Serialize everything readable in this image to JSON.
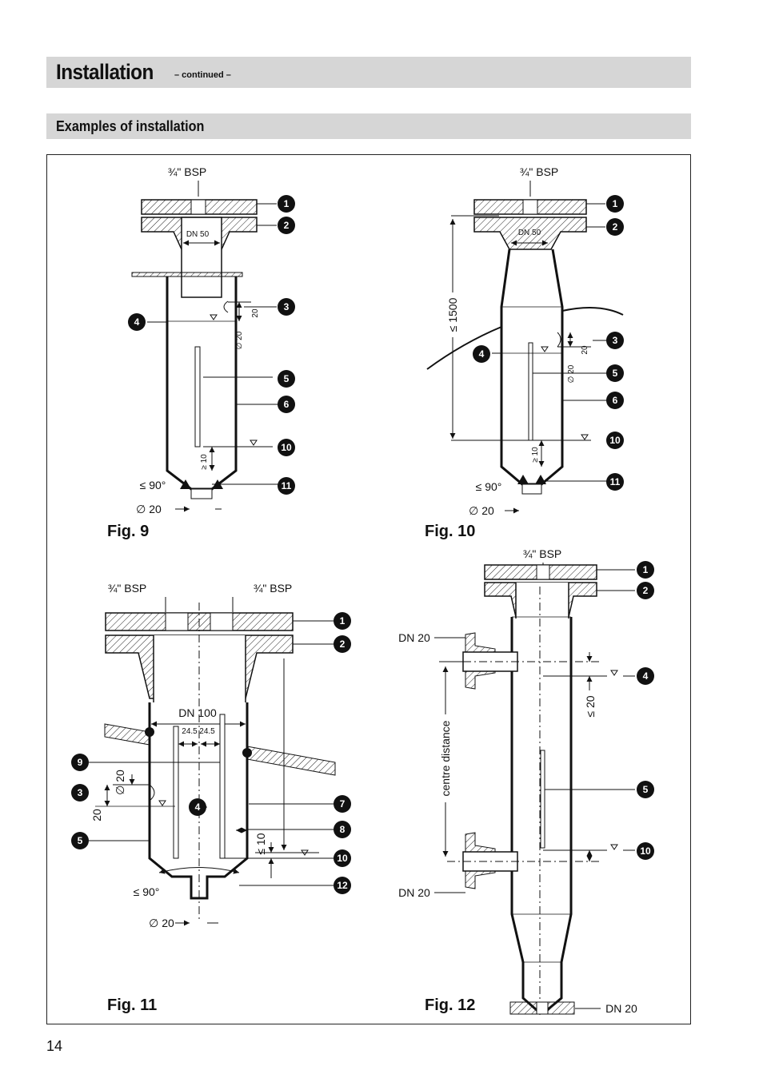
{
  "header": {
    "title": "Installation",
    "subtitle": "– continued –"
  },
  "section": {
    "title": "Examples of installation"
  },
  "page_number": "14",
  "figures": {
    "fig9": {
      "caption": "Fig. 9",
      "bsp": "¾\" BSP",
      "dn": "DN 50",
      "angle": "≤ 90°",
      "dia_bottom": "∅ 20",
      "dia_side": "∅ 20",
      "dim_20": "20",
      "dim_10": "≥ 10"
    },
    "fig10": {
      "caption": "Fig. 10",
      "bsp": "¾\" BSP",
      "dn": "DN 50",
      "height": "≤ 1500",
      "angle": "≤ 90°",
      "dia_bottom": "∅ 20",
      "dia_side": "∅ 20",
      "dim_20": "20",
      "dim_10": "≥ 10"
    },
    "fig11": {
      "caption": "Fig. 11",
      "bsp_left": "¾\" BSP",
      "bsp_right": "¾\" BSP",
      "dn": "DN 100",
      "d1": "24.5",
      "d2": "24.5",
      "dia_side": "∅ 20",
      "dim_20": "20",
      "dim_10": "≤ 10",
      "angle": "≤ 90°",
      "dia_bottom": "∅ 20"
    },
    "fig12": {
      "caption": "Fig. 12",
      "bsp": "¾\" BSP",
      "dn_top": "DN 20",
      "dn_mid": "DN 20",
      "dn_bottom": "DN 20",
      "dim_20": "≤ 20",
      "centre": "centre distance"
    }
  },
  "badges": [
    "1",
    "2",
    "3",
    "4",
    "5",
    "6",
    "7",
    "8",
    "9",
    "10",
    "11",
    "12"
  ]
}
